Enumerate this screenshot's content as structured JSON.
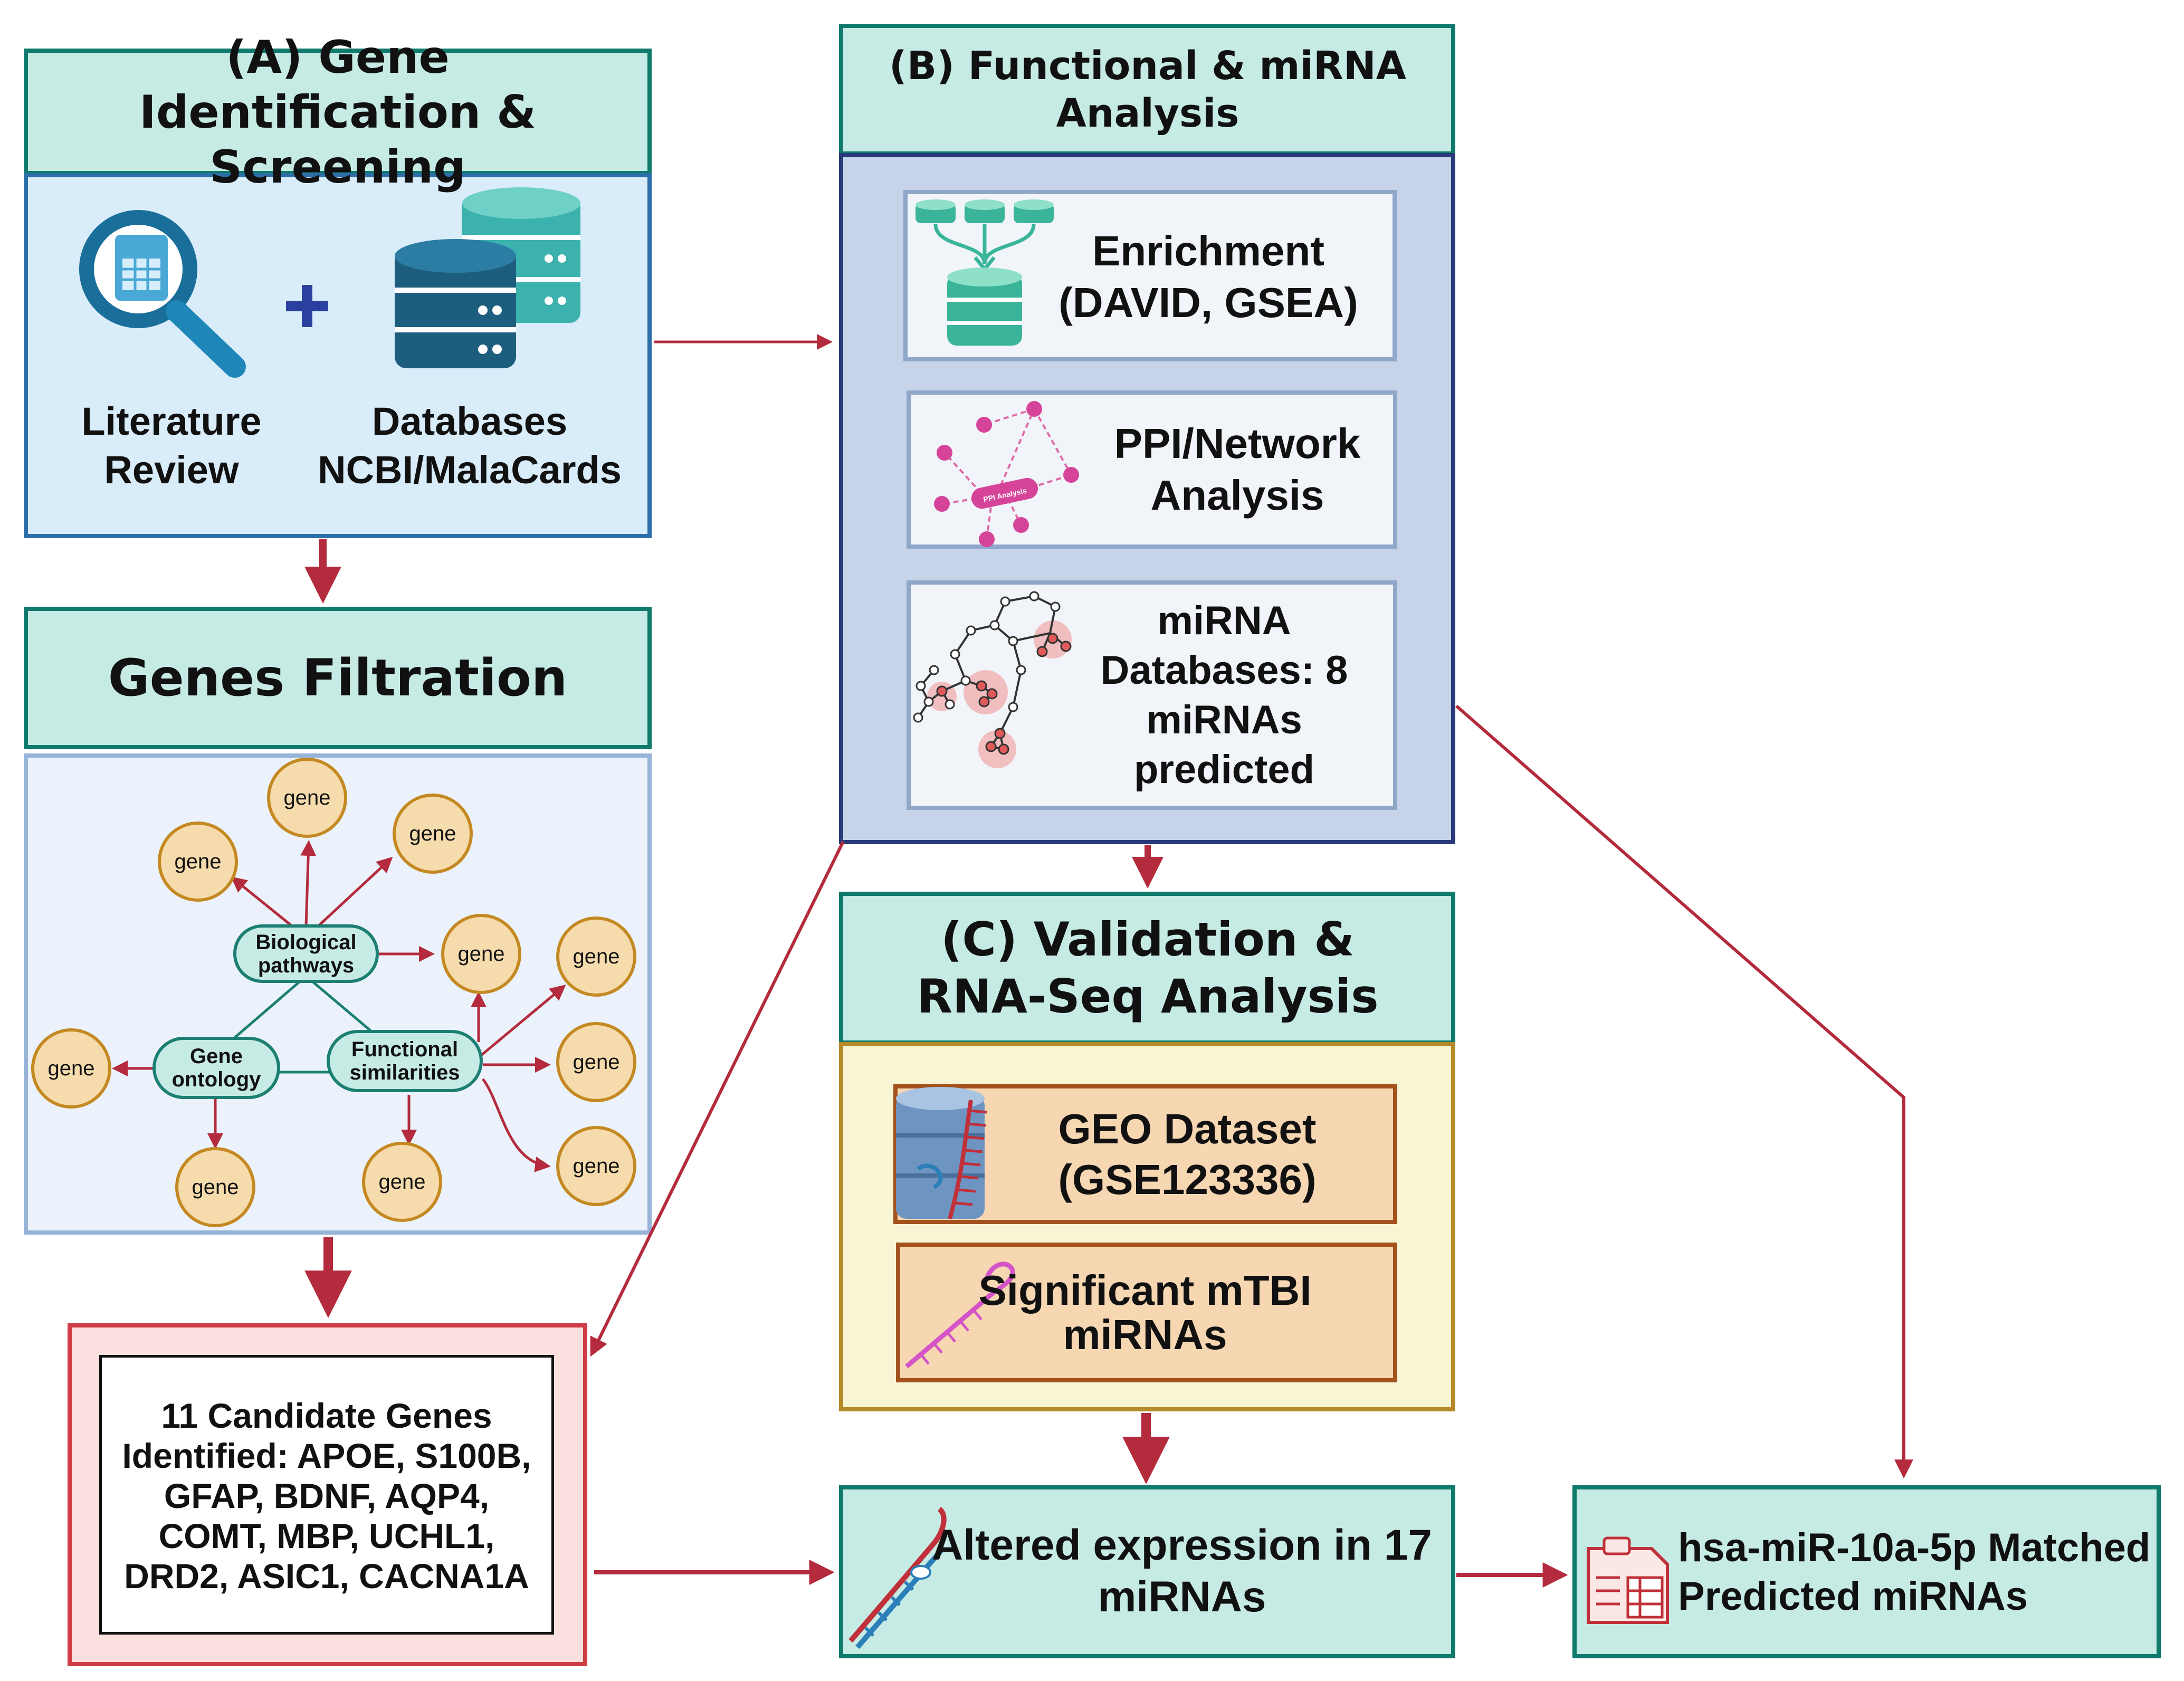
{
  "panel_a": {
    "title": "(A) Gene Identification & Screening",
    "literature_label": "Literature Review",
    "databases_label": "Databases NCBI/MalaCards",
    "plus": "+"
  },
  "filtration": {
    "title": "Genes Filtration",
    "gene_label": "gene",
    "biological_pathways": "Biological pathways",
    "gene_ontology": "Gene ontology",
    "functional_similarities": "Functional similarities"
  },
  "candidates": {
    "text": "11 Candidate Genes Identified: APOE, S100B, GFAP, BDNF, AQP4, COMT, MBP, UCHL1, DRD2, ASIC1, CACNA1A"
  },
  "panel_b": {
    "title": "(B) Functional & miRNA Analysis",
    "enrichment": "Enrichment (DAVID, GSEA)",
    "ppi": "PPI/Network Analysis",
    "ppi_icon_label": "PPI Analysis",
    "mirna_db": "miRNA Databases: 8 miRNAs predicted"
  },
  "panel_c": {
    "title": "(C) Validation & RNA-Seq Analysis",
    "geo": "GEO Dataset (GSE123336)",
    "significant": "Significant mTBI miRNAs"
  },
  "altered": {
    "text": "Altered expression in 17 miRNAs"
  },
  "matched": {
    "text": "hsa-miR-10a-5p Matched Predicted miRNAs"
  },
  "colors": {
    "header_fill": "#c6ebe5",
    "header_border": "#107a6c",
    "panel_a_fill": "#d9ecfa",
    "panel_a_border": "#2c6ea8",
    "panel_b_fill": "#c7d3e8",
    "panel_b_border": "#283a7a",
    "panel_c_fill": "#f7f5d4",
    "panel_c_border": "#b58a28",
    "orange_fill": "#f6d7b2",
    "orange_border": "#a3521e",
    "candidate_fill": "#fbe0e0",
    "candidate_border": "#cf3c44",
    "arrow": "#b32b3c",
    "gene_fill": "#f6dcad",
    "gene_border": "#c48922"
  }
}
